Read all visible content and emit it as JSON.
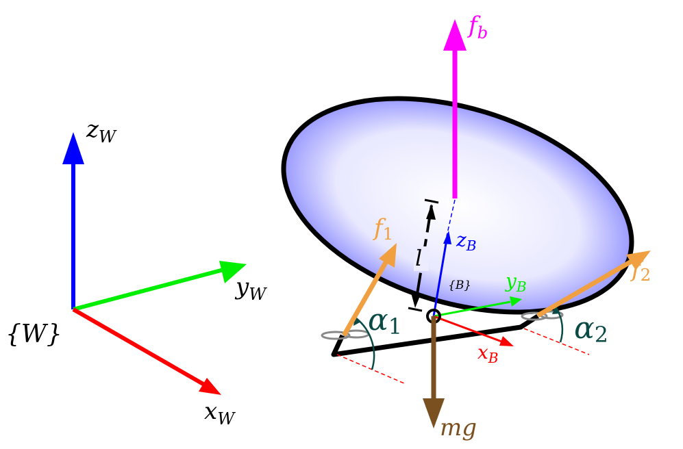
{
  "colors": {
    "x_axis": "#ff0000",
    "y_axis": "#00ee00",
    "z_axis": "#0000ff",
    "buoyancy": "#ff00ff",
    "thrust": "#f0a040",
    "gravity": "#7a5020",
    "angle": "#0a4a45",
    "envelope_fill": "#c8c8ff",
    "outline": "#000000"
  },
  "world_frame": {
    "frame_label": "{W}",
    "x": {
      "main": "x",
      "sub": "W"
    },
    "y": {
      "main": "y",
      "sub": "W"
    },
    "z": {
      "main": "z",
      "sub": "W"
    }
  },
  "body_frame": {
    "frame_label": "{B}",
    "x": {
      "main": "x",
      "sub": "B"
    },
    "y": {
      "main": "y",
      "sub": "B"
    },
    "z": {
      "main": "z",
      "sub": "B"
    }
  },
  "forces": {
    "buoyancy": {
      "main": "f",
      "sub": "b"
    },
    "thrust1": {
      "main": "f",
      "sub": "1"
    },
    "thrust2": {
      "main": "f",
      "sub": "2"
    },
    "gravity": {
      "main": "mg"
    }
  },
  "angles": {
    "alpha1": {
      "main": "α",
      "sub": "1"
    },
    "alpha2": {
      "main": "α",
      "sub": "2"
    }
  },
  "length_label": "l"
}
